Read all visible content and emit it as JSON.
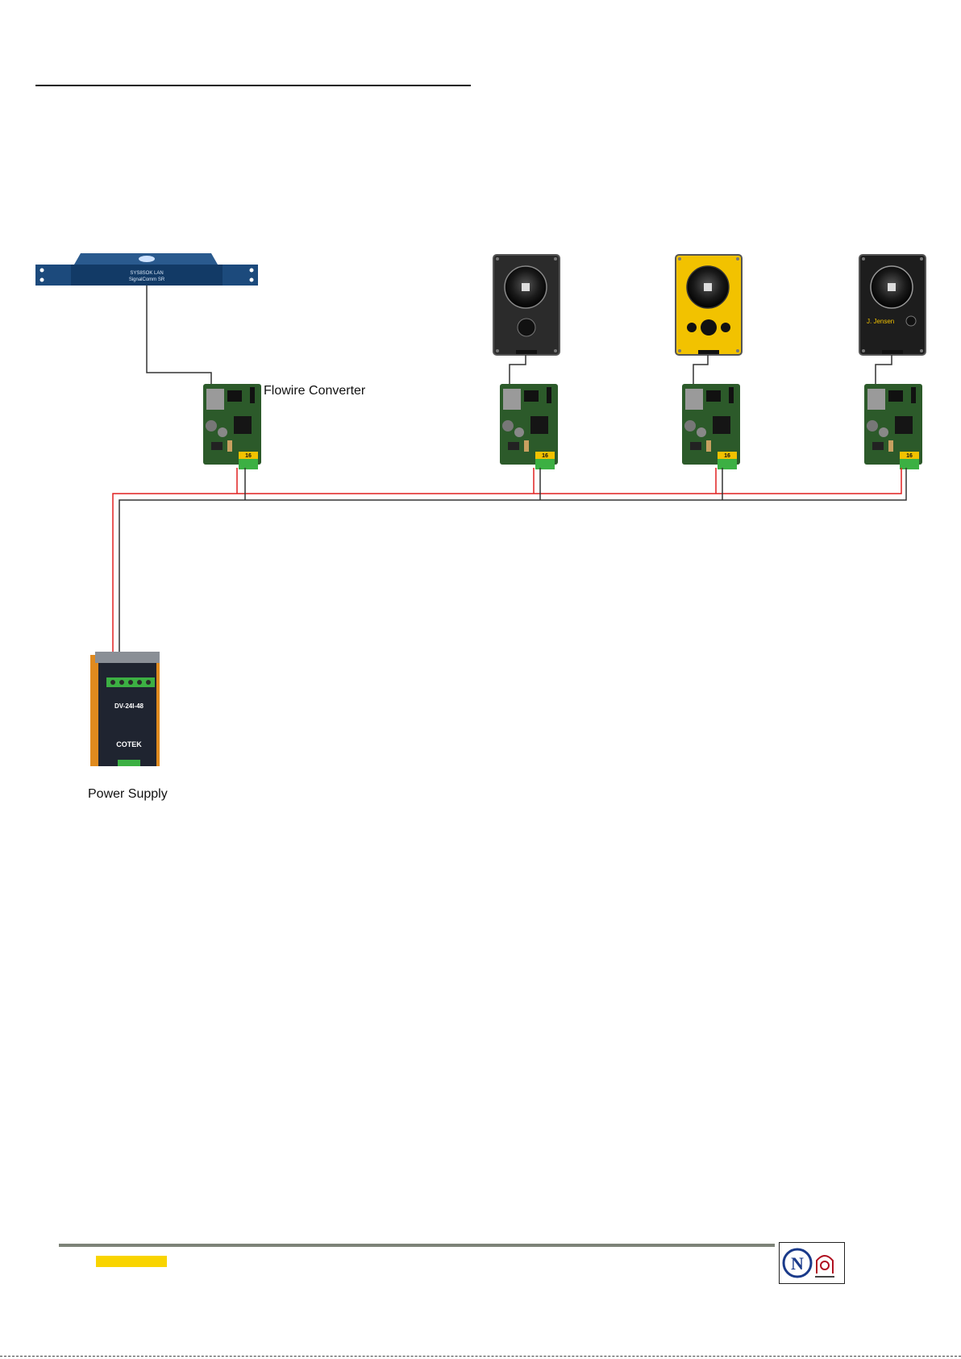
{
  "labels": {
    "converter": "Flowire Converter",
    "power_supply": "Power Supply",
    "station_name": "J. Jensen"
  },
  "rack": {
    "line1": "SYS8SOK LAN",
    "line2": "SignalComm SR"
  },
  "psu": {
    "model": "DV-24I-48",
    "brand": "COTEK"
  },
  "board_tag": "16",
  "colors": {
    "wire_red": "#e02020",
    "wire_black": "#333333",
    "rack": "#1c4a7c",
    "station_yellow": "#f2c200",
    "station_dark": "#2b2b2b",
    "accent_yellow": "#f9d400"
  }
}
